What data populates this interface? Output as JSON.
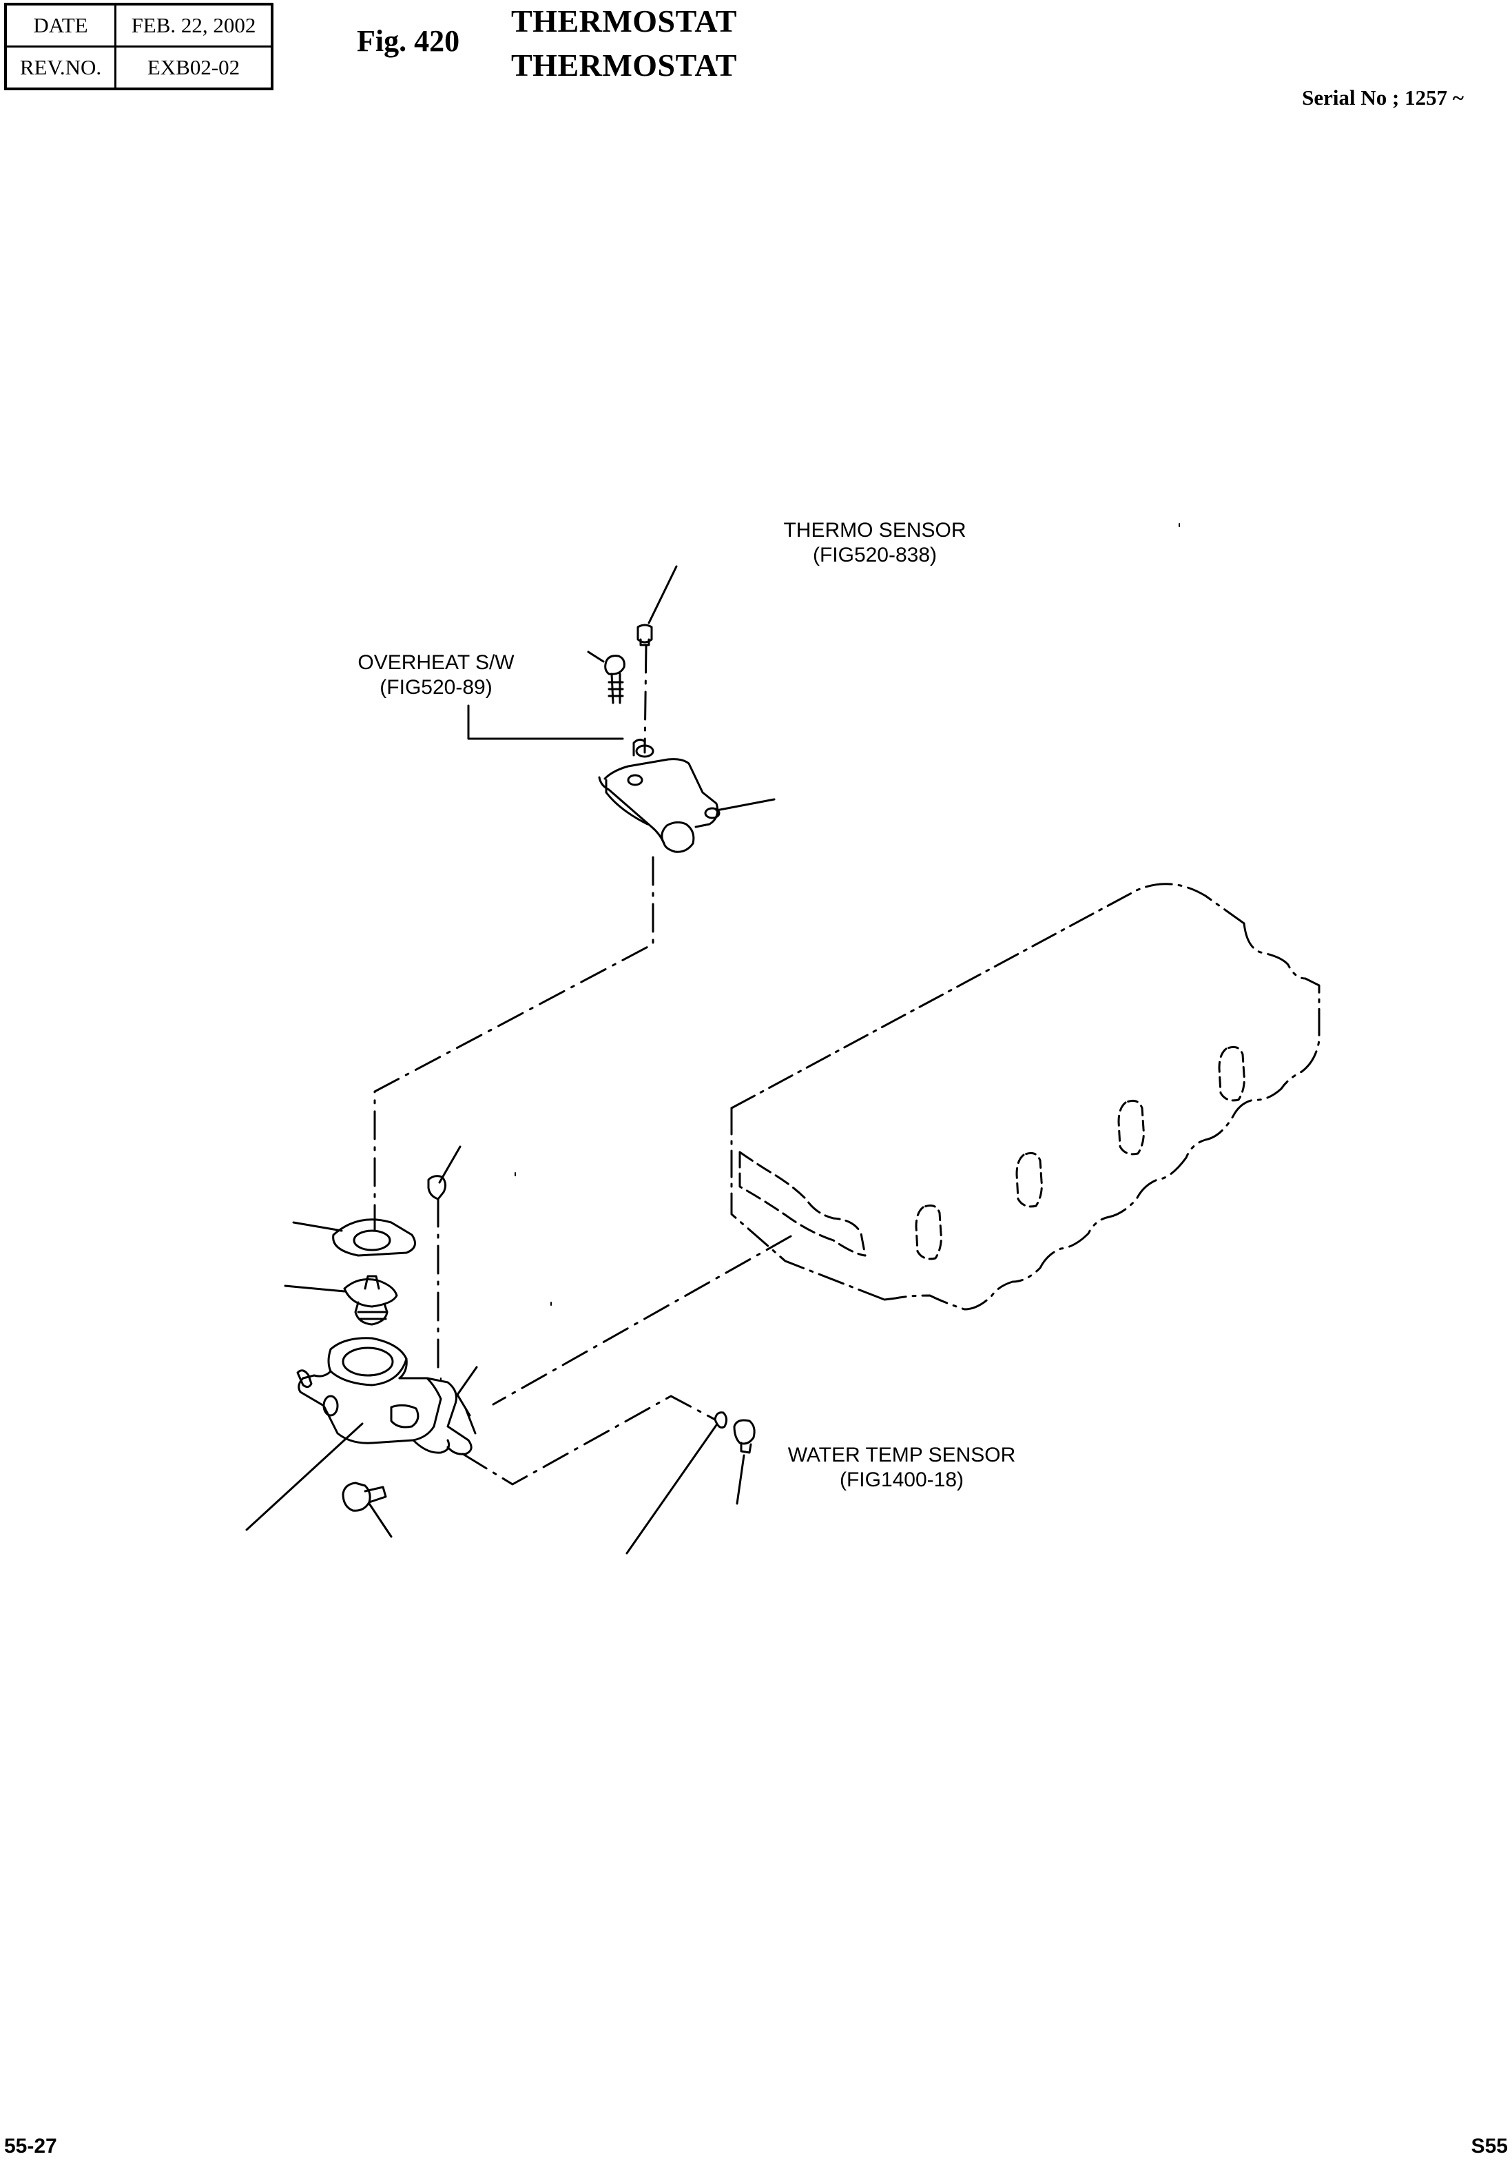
{
  "header": {
    "date_label": "DATE",
    "date_value": "FEB. 22, 2002",
    "rev_label": "REV.NO.",
    "rev_value": "EXB02-02",
    "fig_no": "Fig. 420",
    "title_primary": "THERMOSTAT",
    "title_secondary": "THERMOSTAT",
    "serial": "Serial No ; 1257 ~"
  },
  "callouts": {
    "thermo_sensor": {
      "name": "THERMO SENSOR",
      "ref": "(FIG520-838)"
    },
    "overheat_sw": {
      "name": "OVERHEAT S/W",
      "ref": "(FIG520-89)"
    },
    "water_temp_sensor": {
      "name": "WATER TEMP SENSOR",
      "ref": "(FIG1400-18)"
    }
  },
  "footer": {
    "page": "55-27",
    "section": "S55"
  }
}
